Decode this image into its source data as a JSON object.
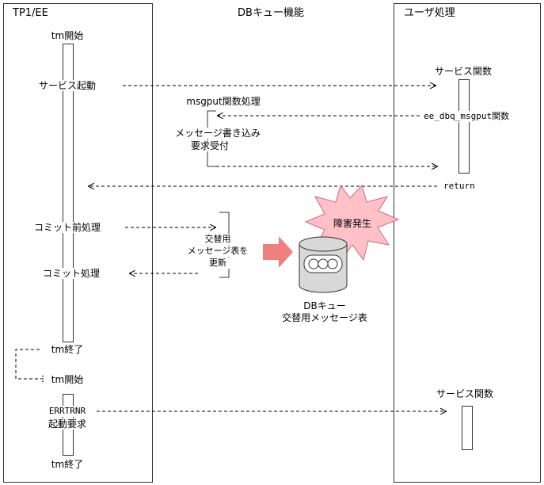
{
  "lanes": {
    "tp1": "TP1/EE",
    "dbq": "DBキュー機能",
    "user": "ユーザ処理"
  },
  "tp1_labels": {
    "tm_start_1": "tm開始",
    "service_start": "サービス起動",
    "commit_pre": "コミット前処理",
    "commit": "コミット処理",
    "tm_end_1": "tm終了",
    "tm_start_2": "tm開始",
    "errtrnr": "ERRTRNR",
    "start_request": "起動要求",
    "tm_end_2": "tm終了"
  },
  "dbq_labels": {
    "msgput": "msgput関数処理",
    "write_msg": "メッセージ書き込み",
    "accept_req": "要求受付",
    "swap_table_l1": "交替用",
    "swap_table_l2": "メッセージ表を",
    "swap_table_l3": "更新",
    "burst": "障害発生",
    "db_l1": "DBキュー",
    "db_l2": "交替用メッセージ表"
  },
  "user_labels": {
    "service_func_1": "サービス関数",
    "ee_dbq_msgput": "ee_dbq_msgput関数",
    "return": "return",
    "service_func_2": "サービス関数"
  },
  "colors": {
    "burst_fill": "#ffc0c8",
    "arrow_fill": "#f08080",
    "db_fill": "#d8d8d8"
  }
}
